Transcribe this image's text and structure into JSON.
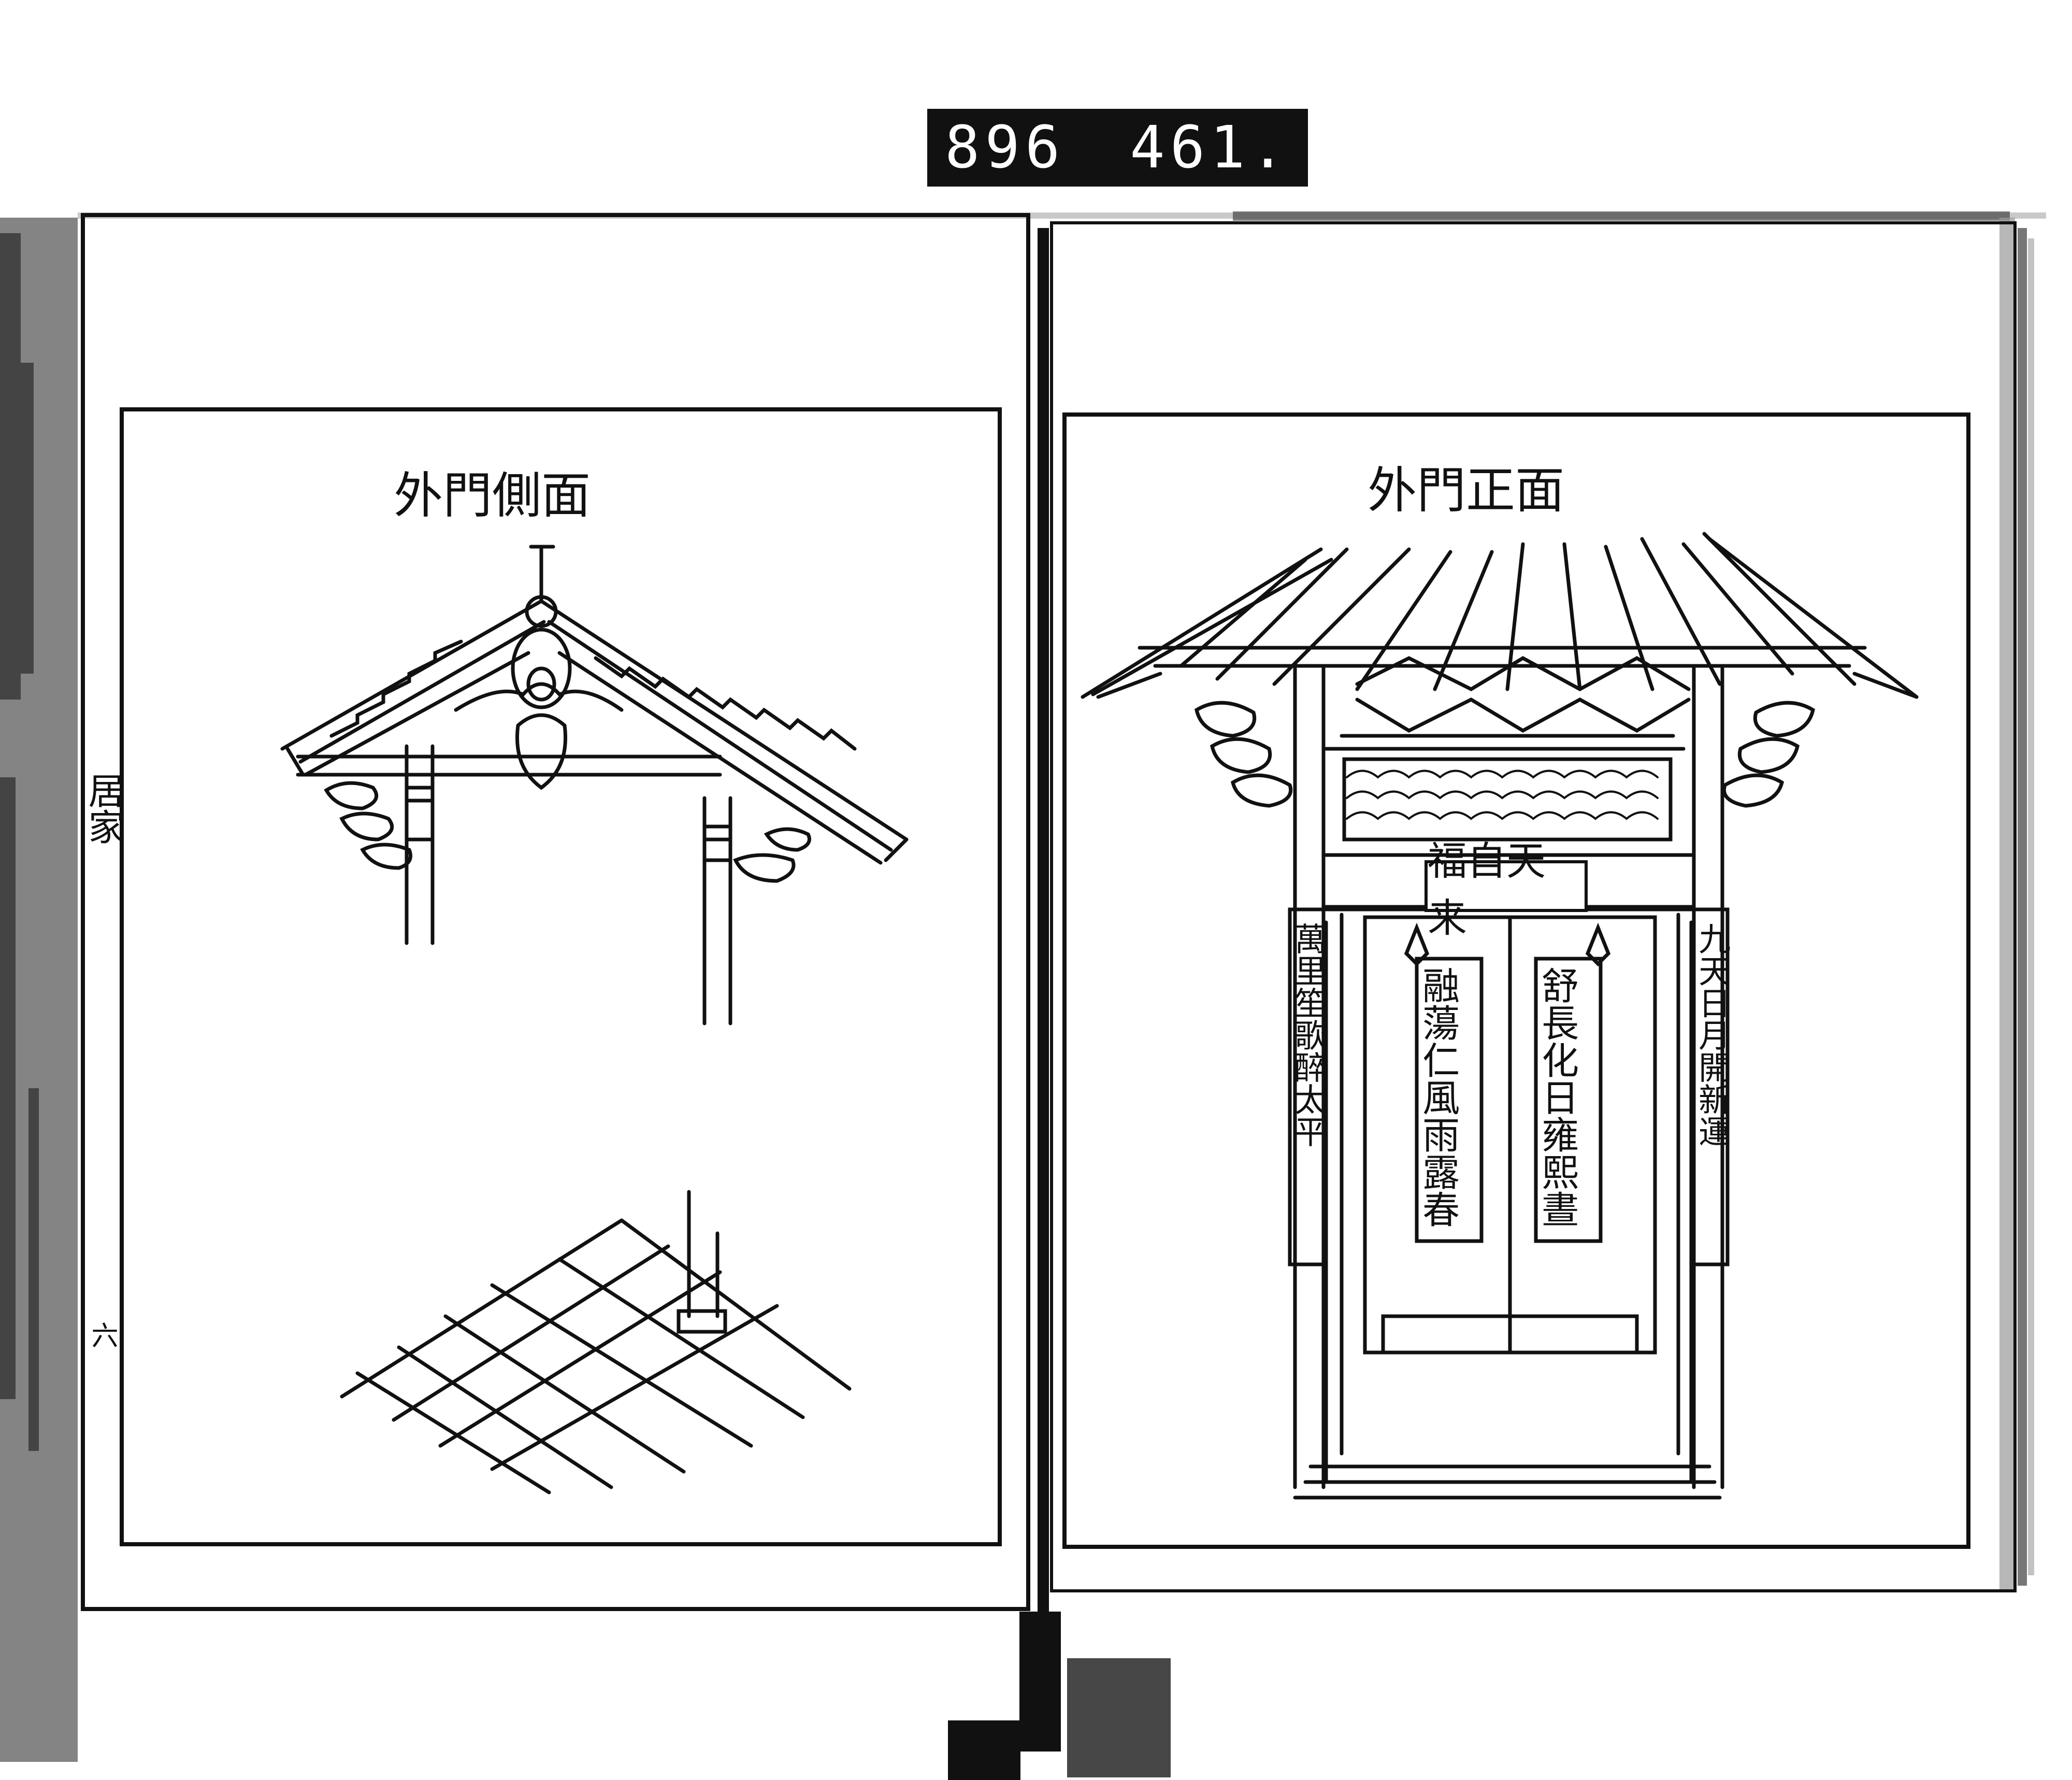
{
  "frame_number": {
    "left": "896",
    "right": "461."
  },
  "left_page": {
    "title": "外門側面",
    "margin_title": "居家",
    "margin_page": "六"
  },
  "right_page": {
    "title": "外門正面",
    "plaque": "福自天来",
    "right_couplet": "九天日月開新運",
    "left_couplet": "萬里笙歌醉太平",
    "right_door_text": "舒長化日雍熙晝",
    "left_door_text": "融蕩仁風雨露春"
  }
}
